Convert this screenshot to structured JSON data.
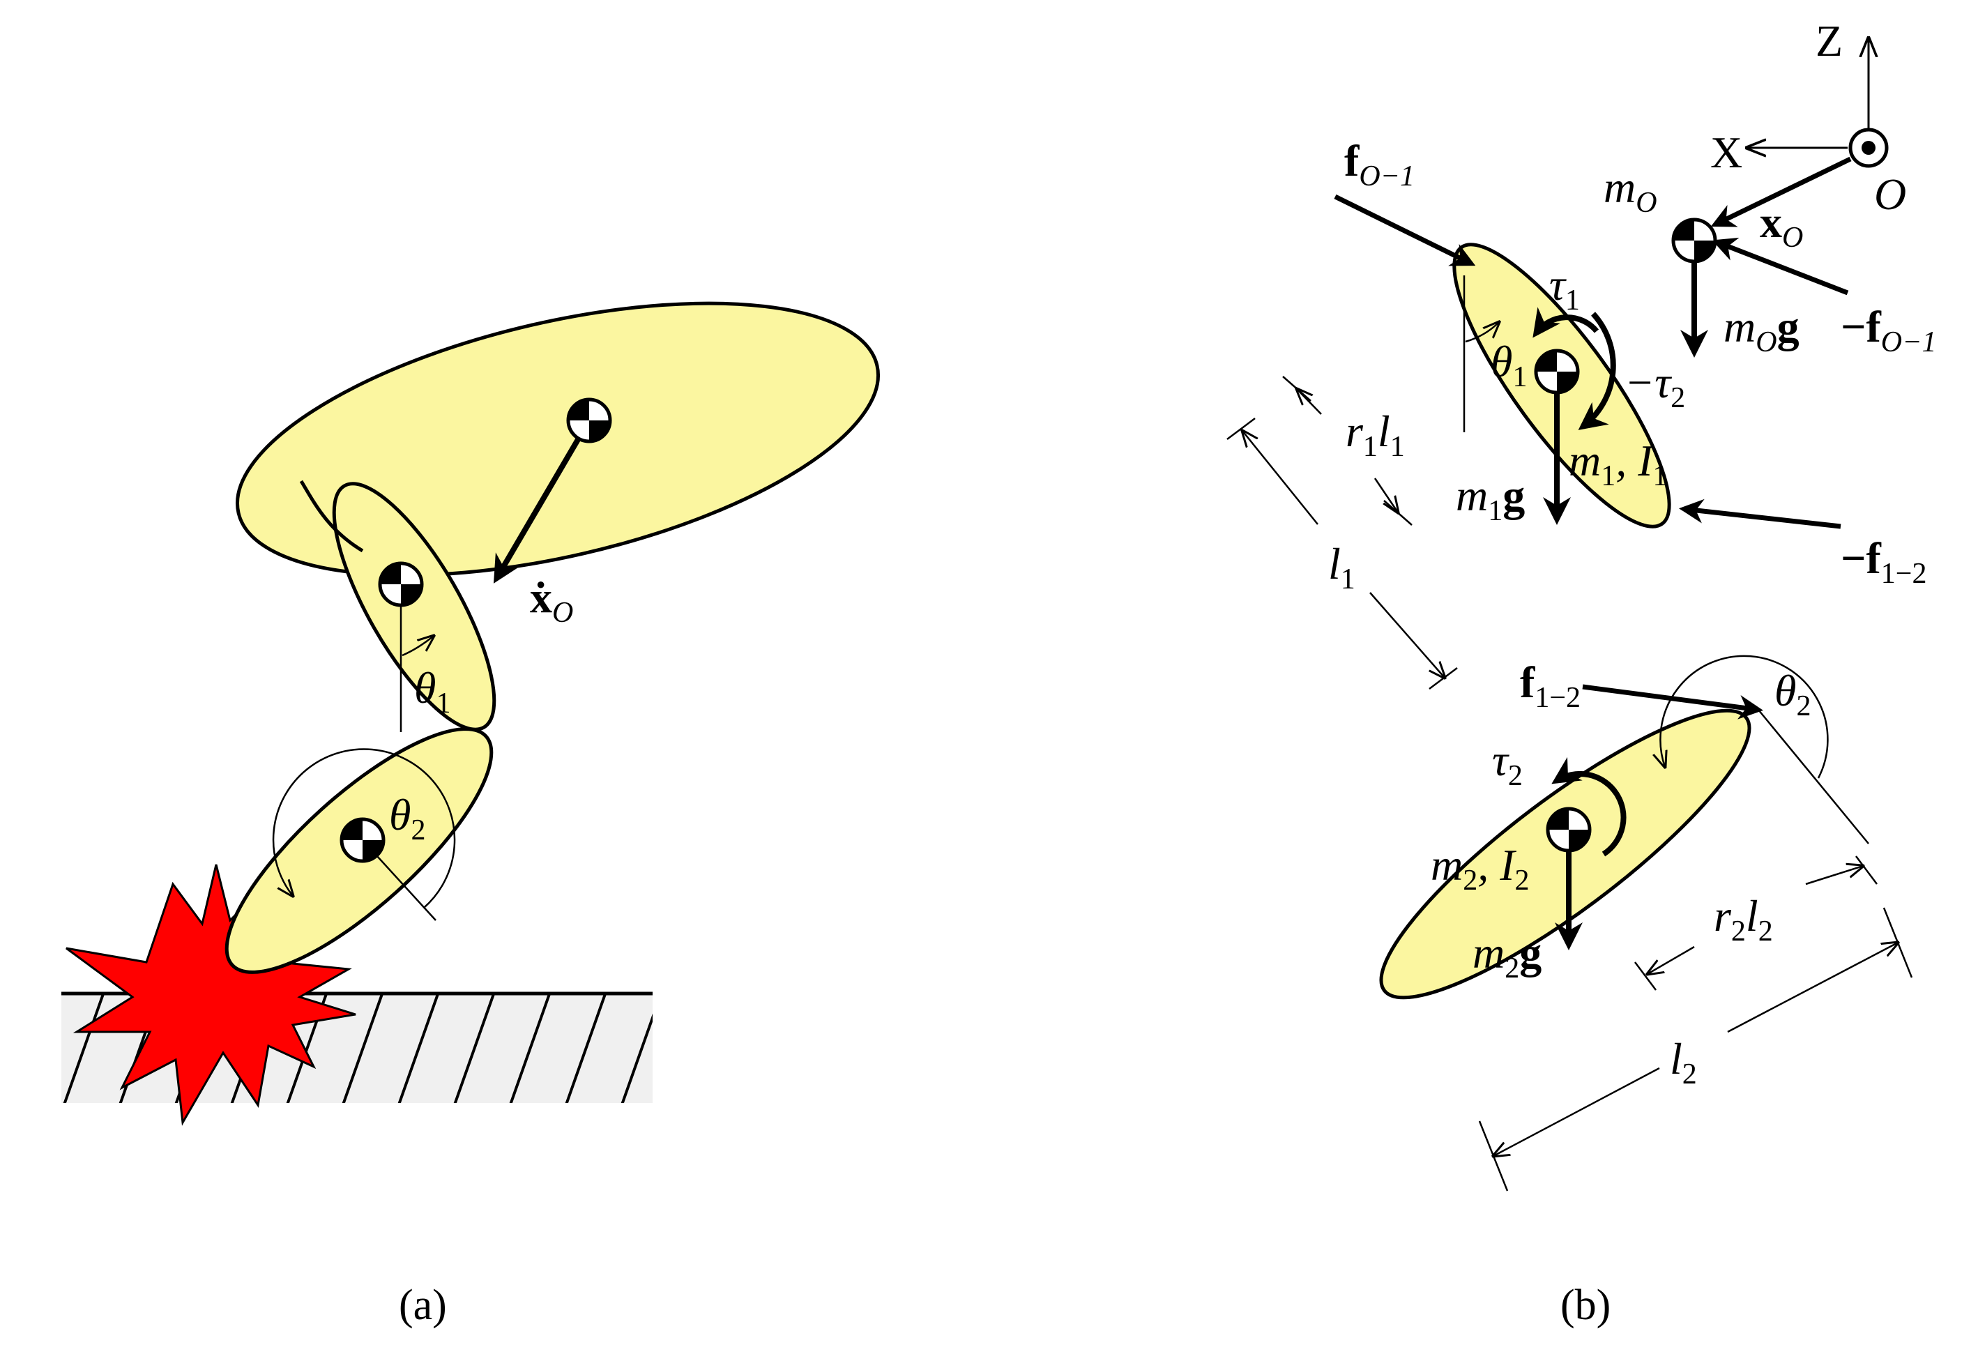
{
  "panel_a": {
    "caption": "(a)",
    "velocity_label": {
      "main": "ẋ",
      "sub": "O"
    },
    "theta1_label": {
      "main": "θ",
      "sub": "1"
    },
    "theta2_label": {
      "main": "θ",
      "sub": "2"
    }
  },
  "panel_b": {
    "caption": "(b)",
    "axis_z": "Z",
    "axis_x": "X",
    "origin": "O",
    "m_O": {
      "main": "m",
      "sub": "O"
    },
    "x_O": {
      "main": "x",
      "sub": "O"
    },
    "m_O_g": {
      "m": "m",
      "sub": "O",
      "g": "g"
    },
    "neg_f_O1": {
      "sign": "−",
      "main": "f",
      "sub": "O−1"
    },
    "f_O1": {
      "main": "f",
      "sub": "O−1"
    },
    "tau1": {
      "main": "τ",
      "sub": "1"
    },
    "neg_tau2": {
      "sign": "−",
      "main": "τ",
      "sub": "2"
    },
    "theta1": {
      "main": "θ",
      "sub": "1"
    },
    "m1_I1": {
      "m": "m",
      "msub": "1",
      "I": "I",
      "Isub": "1"
    },
    "m1_g": {
      "m": "m",
      "sub": "1",
      "g": "g"
    },
    "neg_f_12": {
      "sign": "−",
      "main": "f",
      "sub": "1−2"
    },
    "r1l1": {
      "r": "r",
      "rsub": "1",
      "l": "l",
      "lsub": "1"
    },
    "l1": {
      "main": "l",
      "sub": "1"
    },
    "f_12": {
      "main": "f",
      "sub": "1−2"
    },
    "theta2": {
      "main": "θ",
      "sub": "2"
    },
    "tau2": {
      "main": "τ",
      "sub": "2"
    },
    "m2_I2": {
      "m": "m",
      "msub": "2",
      "I": "I",
      "Isub": "2"
    },
    "m2_g": {
      "m": "m",
      "sub": "2",
      "g": "g"
    },
    "r2l2": {
      "r": "r",
      "rsub": "2",
      "l": "l",
      "lsub": "2"
    },
    "l2": {
      "main": "l",
      "sub": "2"
    }
  },
  "colors": {
    "link_fill": "#fbf6a0",
    "impact_fill": "#ff0000",
    "ground_fill": "#f0f0f0"
  },
  "icons": [
    "center-of-mass-icon",
    "impact-burst-icon",
    "out-of-page-axis-icon"
  ]
}
